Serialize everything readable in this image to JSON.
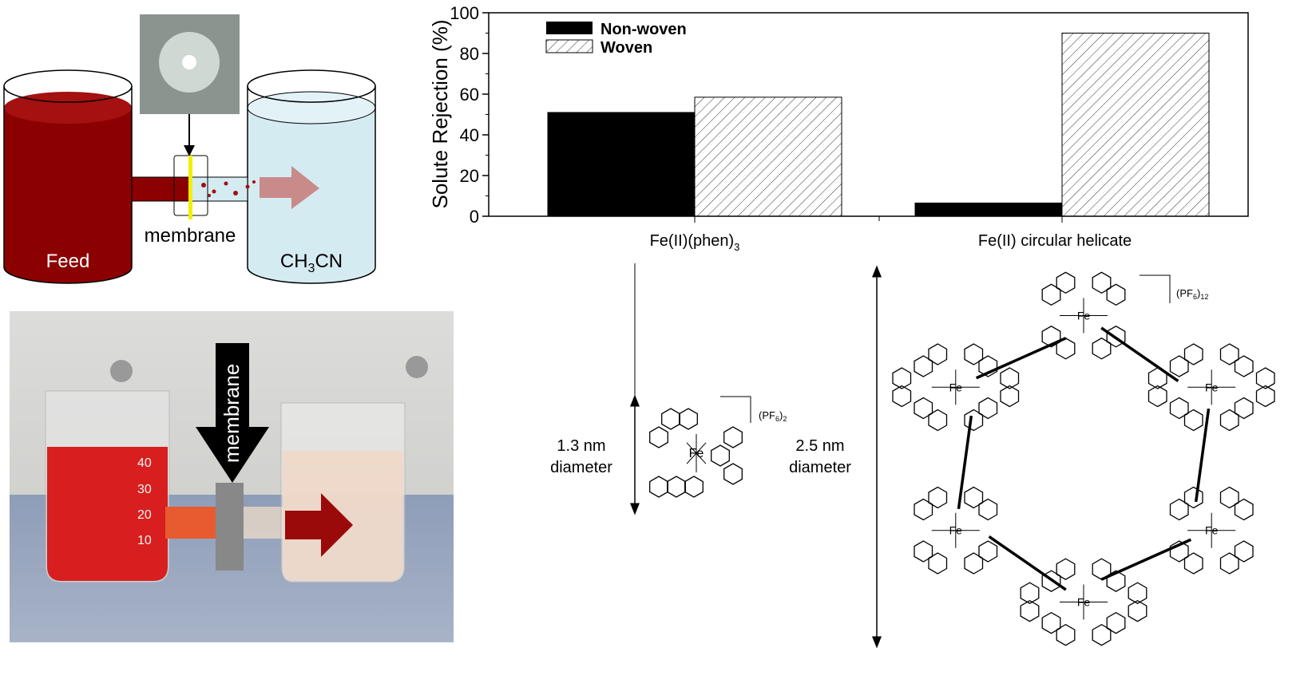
{
  "schematic": {
    "feed_label": "Feed",
    "membrane_label": "membrane",
    "solvent_label": "CH",
    "solvent_sub": "3",
    "solvent_tail": "CN"
  },
  "photo": {
    "arrow_label": "membrane",
    "graduations": [
      "40",
      "30",
      "20",
      "10"
    ]
  },
  "chart_data": {
    "type": "bar",
    "title": "",
    "xlabel": "",
    "ylabel": "Solute Rejection (%)",
    "ylim": [
      0,
      100
    ],
    "yticks": [
      "0",
      "20",
      "40",
      "60",
      "80",
      "100"
    ],
    "categories": [
      "Fe(II)(phen)",
      "Fe(II) circular helicate"
    ],
    "category_subscripts": [
      "3",
      ""
    ],
    "series": [
      {
        "name": "Non-woven",
        "values": [
          51,
          6.5
        ],
        "fill": "#000000"
      },
      {
        "name": "Woven",
        "values": [
          58.5,
          90
        ],
        "fill": "hatched"
      }
    ],
    "legend_position": "top-left",
    "grid": false
  },
  "molecules": {
    "phen": {
      "size_value": "1.3 nm",
      "size_label": "diameter",
      "counterion": "(PF",
      "counterion_sub1": "6",
      "counterion_sub2": "2",
      "metal": "Fe"
    },
    "helicate": {
      "size_value": "2.5 nm",
      "size_label": "diameter",
      "counterion": "(PF",
      "counterion_sub1": "6",
      "counterion_sub2": "12",
      "metal": "Fe"
    }
  },
  "colors": {
    "feed": "#8b0000",
    "solvent": "#d5ebf2",
    "membrane": "#f0f000",
    "arrow": "#c98a8a"
  }
}
